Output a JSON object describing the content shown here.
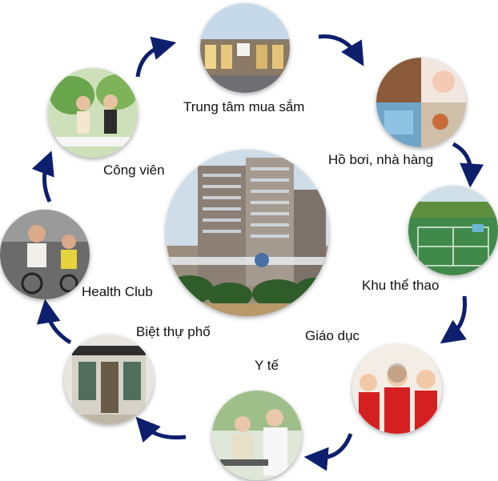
{
  "colors": {
    "arrow": "#0e1f6e",
    "sky": "#c9dbe9",
    "grass": "#6aa64b",
    "court": "#3f8a4a",
    "building": "#7b6f66",
    "red_shirt": "#d42020"
  },
  "center": {
    "image": "high-rise apartment tower with palm trees"
  },
  "nodes": [
    {
      "id": "shopping",
      "label": "Trung tâm mua sắm",
      "image": "shopping mall facade"
    },
    {
      "id": "pool",
      "label": "Hồ bơi, nhà hàng",
      "image": "pool and restaurant collage"
    },
    {
      "id": "sports",
      "label": "Khu thể thao",
      "image": "tennis courts"
    },
    {
      "id": "education",
      "label": "Giáo dục",
      "image": "schoolchildren in red uniforms"
    },
    {
      "id": "health",
      "label": "Y tế",
      "image": "doctor with elderly patients"
    },
    {
      "id": "villa",
      "label": "Biệt thự phố",
      "image": "shophouse storefront"
    },
    {
      "id": "gym",
      "label": "Health Club",
      "image": "women cycling in gym"
    },
    {
      "id": "park",
      "label": "Công viên",
      "image": "family picnic in park"
    }
  ]
}
